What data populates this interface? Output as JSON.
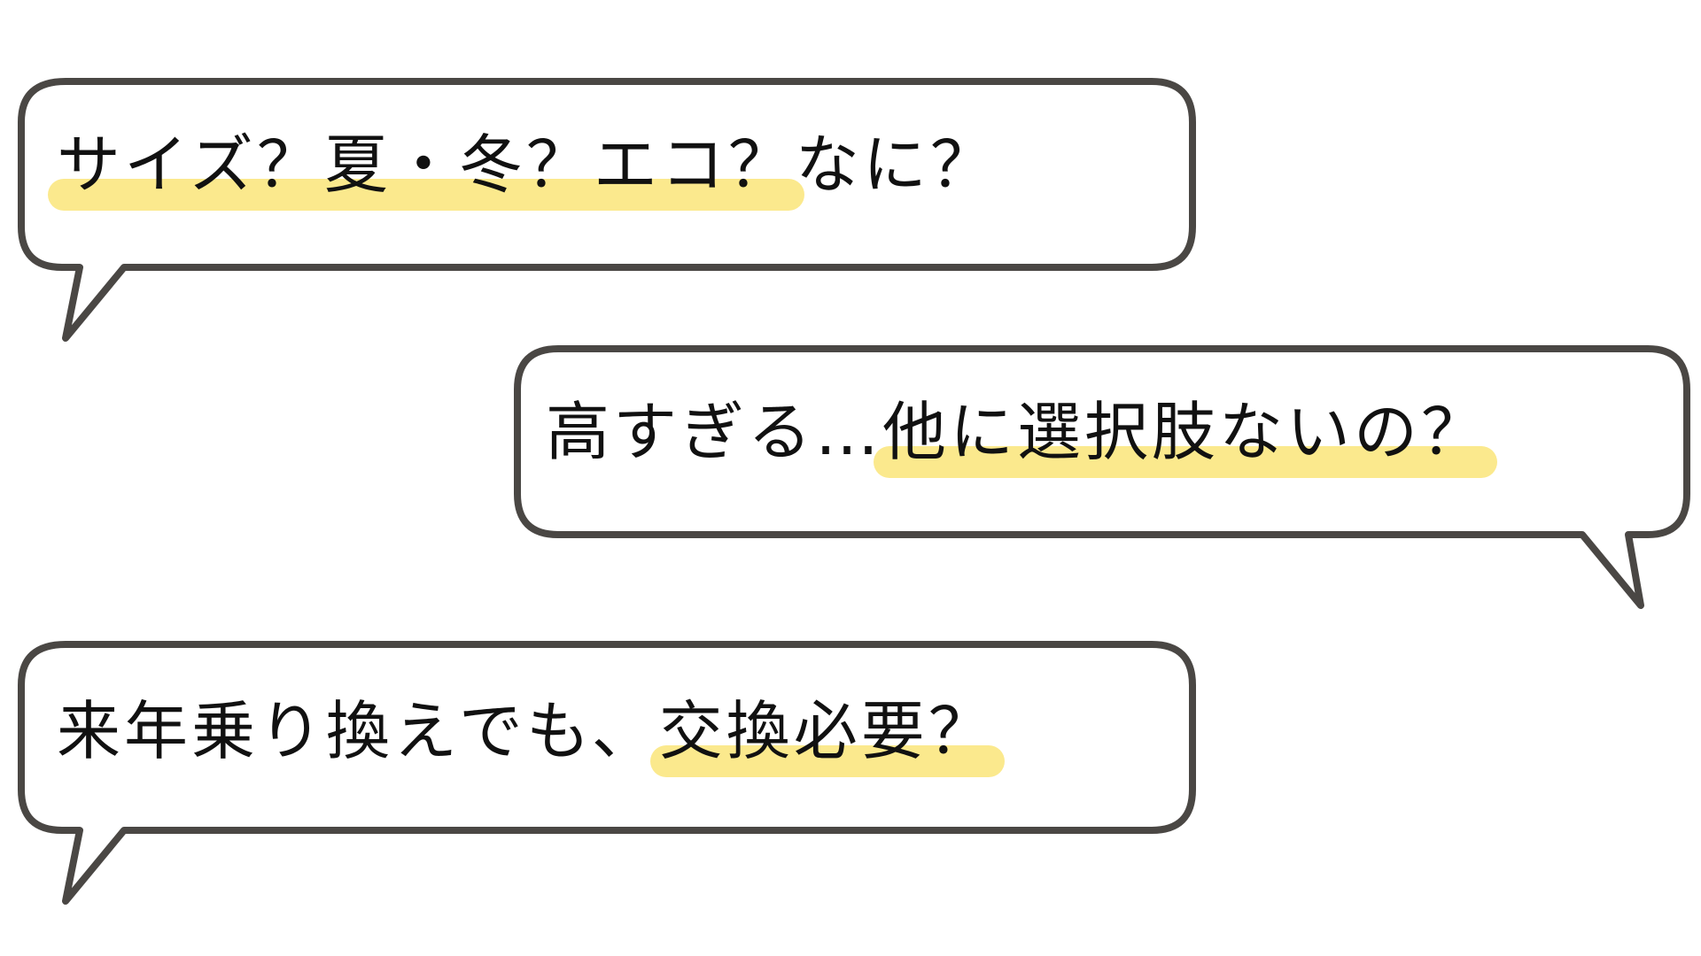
{
  "colors": {
    "bubble_fill": "#ffffff",
    "bubble_stroke": "#4a4744",
    "highlight": "#fbe98d",
    "text": "#111111"
  },
  "bubbles": [
    {
      "highlighted": "サイズ？夏・冬？エコ？",
      "plain": "なに？",
      "tail": "bottom-left"
    },
    {
      "plain": "高すぎる…",
      "highlighted": "他に選択肢ないの？",
      "tail": "bottom-right"
    },
    {
      "plain": "来年乗り換えでも、",
      "highlighted": "交換必要？",
      "tail": "bottom-left"
    }
  ]
}
